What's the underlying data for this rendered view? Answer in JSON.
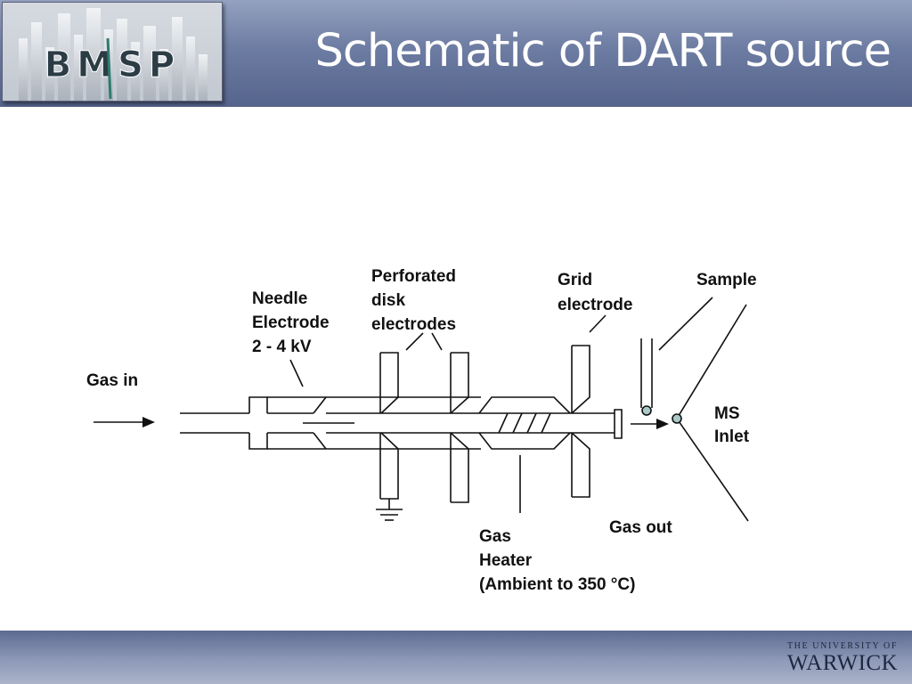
{
  "slide": {
    "title": "Schematic of DART source"
  },
  "logo": {
    "text": "BMSP"
  },
  "footer": {
    "university_small": "THE UNIVERSITY OF",
    "university_big": "WARWICK"
  },
  "diagram": {
    "labels": {
      "needle_line1": "Needle",
      "needle_line2": "Electrode",
      "needle_line3": "2 - 4 kV",
      "perforated_line1": "Perforated",
      "perforated_line2": "disk",
      "perforated_line3": "electrodes",
      "grid_line1": "Grid",
      "grid_line2": "electrode",
      "sample": "Sample",
      "gas_in": "Gas in",
      "ms_line1": "MS",
      "ms_line2": "Inlet",
      "gas_out": "Gas out",
      "heater_line1": "Gas",
      "heater_line2": "Heater",
      "heater_line3": "(Ambient to 350 °C)"
    }
  }
}
